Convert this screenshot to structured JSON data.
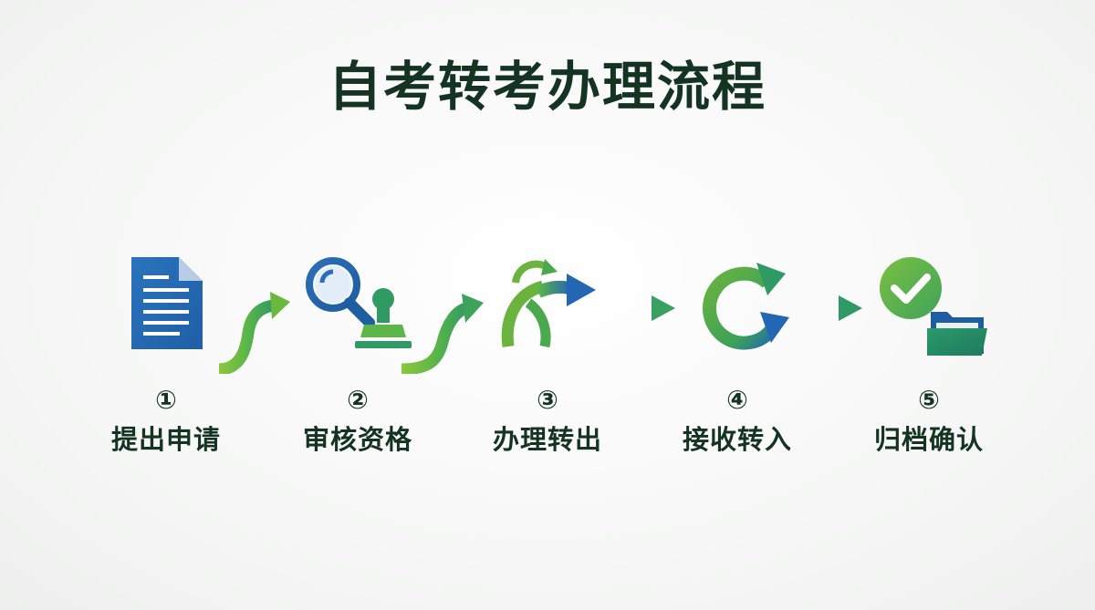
{
  "title": "自考转考办理流程",
  "colors": {
    "title": "#143322",
    "green": "#6ab33f",
    "green_dark": "#2f9a63",
    "blue": "#2366b3",
    "teal": "#1f8a6e"
  },
  "steps": [
    {
      "num": "①",
      "label": "提出申请",
      "icon": "document-icon"
    },
    {
      "num": "②",
      "label": "审核资格",
      "icon": "magnifier-stamp-icon"
    },
    {
      "num": "③",
      "label": "办理转出",
      "icon": "transfer-out-icon"
    },
    {
      "num": "④",
      "label": "接收转入",
      "icon": "circular-arrow-icon"
    },
    {
      "num": "⑤",
      "label": "归档确认",
      "icon": "check-folder-icon"
    }
  ]
}
